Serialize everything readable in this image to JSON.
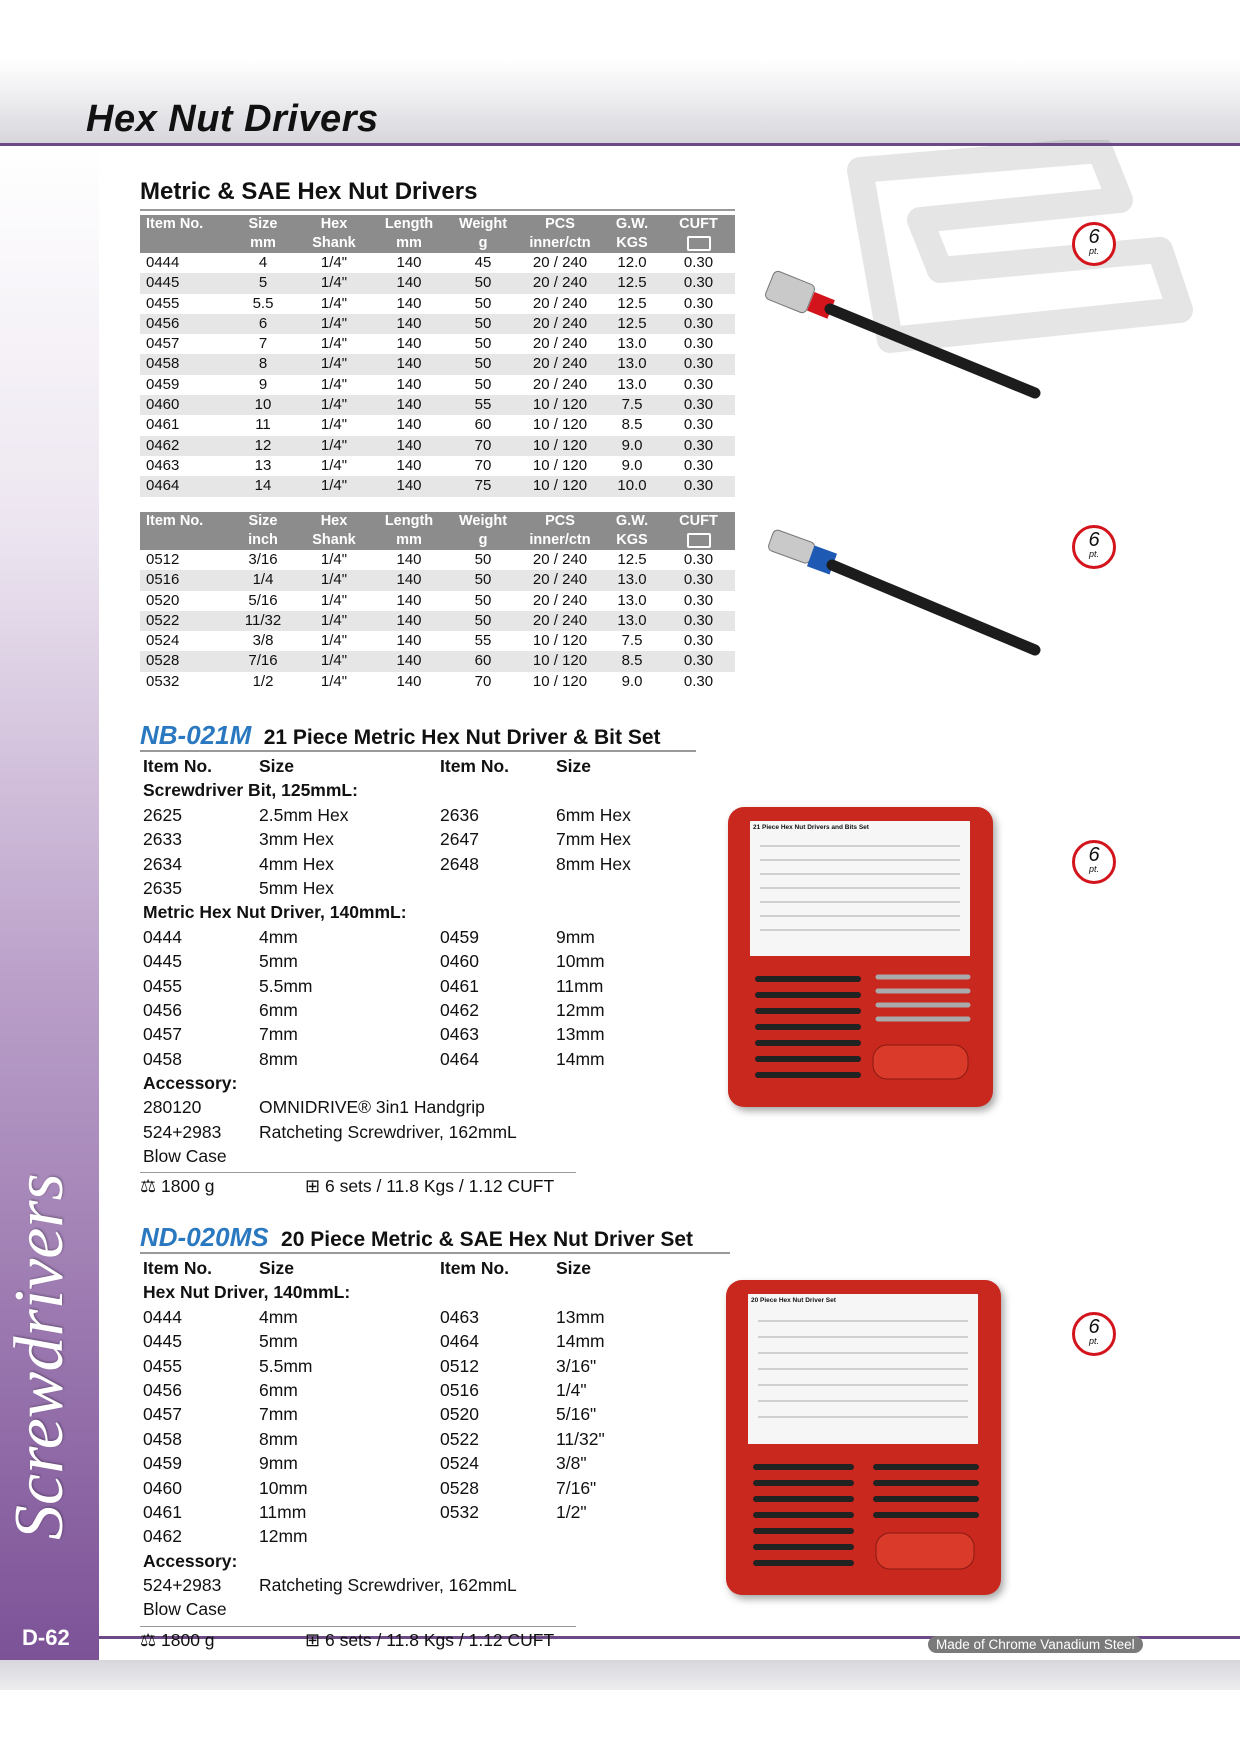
{
  "page": {
    "title": "Hex Nut Drivers",
    "side_label": "Screwdrivers",
    "page_code": "D-62",
    "footer_badge": "Made of Chrome Vanadium Steel"
  },
  "badges": {
    "number": "6",
    "unit": "pt."
  },
  "metric_sae": {
    "title": "Metric & SAE Hex Nut Drivers",
    "metric_table": {
      "headers": [
        [
          "Item No.",
          ""
        ],
        [
          "Size",
          "mm"
        ],
        [
          "Hex",
          "Shank"
        ],
        [
          "Length",
          "mm"
        ],
        [
          "Weight",
          "g"
        ],
        [
          "PCS",
          "inner/ctn"
        ],
        [
          "G.W.",
          "KGS"
        ],
        [
          "CUFT",
          ""
        ]
      ],
      "rows": [
        [
          "0444",
          "4",
          "1/4\"",
          "140",
          "45",
          "20 / 240",
          "12.0",
          "0.30"
        ],
        [
          "0445",
          "5",
          "1/4\"",
          "140",
          "50",
          "20 / 240",
          "12.5",
          "0.30"
        ],
        [
          "0455",
          "5.5",
          "1/4\"",
          "140",
          "50",
          "20 / 240",
          "12.5",
          "0.30"
        ],
        [
          "0456",
          "6",
          "1/4\"",
          "140",
          "50",
          "20 / 240",
          "12.5",
          "0.30"
        ],
        [
          "0457",
          "7",
          "1/4\"",
          "140",
          "50",
          "20 / 240",
          "13.0",
          "0.30"
        ],
        [
          "0458",
          "8",
          "1/4\"",
          "140",
          "50",
          "20 / 240",
          "13.0",
          "0.30"
        ],
        [
          "0459",
          "9",
          "1/4\"",
          "140",
          "50",
          "20 / 240",
          "13.0",
          "0.30"
        ],
        [
          "0460",
          "10",
          "1/4\"",
          "140",
          "55",
          "10 / 120",
          "7.5",
          "0.30"
        ],
        [
          "0461",
          "11",
          "1/4\"",
          "140",
          "60",
          "10 / 120",
          "8.5",
          "0.30"
        ],
        [
          "0462",
          "12",
          "1/4\"",
          "140",
          "70",
          "10 / 120",
          "9.0",
          "0.30"
        ],
        [
          "0463",
          "13",
          "1/4\"",
          "140",
          "70",
          "10 / 120",
          "9.0",
          "0.30"
        ],
        [
          "0464",
          "14",
          "1/4\"",
          "140",
          "75",
          "10 / 120",
          "10.0",
          "0.30"
        ]
      ]
    },
    "sae_table": {
      "headers": [
        [
          "Item No.",
          ""
        ],
        [
          "Size",
          "inch"
        ],
        [
          "Hex",
          "Shank"
        ],
        [
          "Length",
          "mm"
        ],
        [
          "Weight",
          "g"
        ],
        [
          "PCS",
          "inner/ctn"
        ],
        [
          "G.W.",
          "KGS"
        ],
        [
          "CUFT",
          ""
        ]
      ],
      "rows": [
        [
          "0512",
          "3/16",
          "1/4\"",
          "140",
          "50",
          "20 / 240",
          "12.5",
          "0.30"
        ],
        [
          "0516",
          "1/4",
          "1/4\"",
          "140",
          "50",
          "20 / 240",
          "13.0",
          "0.30"
        ],
        [
          "0520",
          "5/16",
          "1/4\"",
          "140",
          "50",
          "20 / 240",
          "13.0",
          "0.30"
        ],
        [
          "0522",
          "11/32",
          "1/4\"",
          "140",
          "50",
          "20 / 240",
          "13.0",
          "0.30"
        ],
        [
          "0524",
          "3/8",
          "1/4\"",
          "140",
          "55",
          "10 / 120",
          "7.5",
          "0.30"
        ],
        [
          "0528",
          "7/16",
          "1/4\"",
          "140",
          "60",
          "10 / 120",
          "8.5",
          "0.30"
        ],
        [
          "0532",
          "1/2",
          "1/4\"",
          "140",
          "70",
          "10 / 120",
          "9.0",
          "0.30"
        ]
      ]
    }
  },
  "set1": {
    "model": "NB-021M",
    "name": "21 Piece Metric Hex Nut Driver & Bit Set",
    "col_item": "Item No.",
    "col_size": "Size",
    "lines": [
      {
        "type": "header",
        "a": "Item No.",
        "b": "Size",
        "c": "Item No.",
        "d": "Size"
      },
      {
        "type": "group",
        "a": "Screwdriver Bit, 125mmL:"
      },
      {
        "type": "row",
        "a": "2625",
        "b": "2.5mm Hex",
        "c": "2636",
        "d": "6mm Hex"
      },
      {
        "type": "row",
        "a": "2633",
        "b": "3mm Hex",
        "c": "2647",
        "d": "7mm Hex"
      },
      {
        "type": "row",
        "a": "2634",
        "b": "4mm Hex",
        "c": "2648",
        "d": "8mm Hex"
      },
      {
        "type": "row",
        "a": "2635",
        "b": "5mm Hex",
        "c": "",
        "d": ""
      },
      {
        "type": "group",
        "a": "Metric Hex Nut Driver, 140mmL:"
      },
      {
        "type": "row",
        "a": "0444",
        "b": "4mm",
        "c": "0459",
        "d": "9mm"
      },
      {
        "type": "row",
        "a": "0445",
        "b": "5mm",
        "c": "0460",
        "d": "10mm"
      },
      {
        "type": "row",
        "a": "0455",
        "b": "5.5mm",
        "c": "0461",
        "d": "11mm"
      },
      {
        "type": "row",
        "a": "0456",
        "b": "6mm",
        "c": "0462",
        "d": "12mm"
      },
      {
        "type": "row",
        "a": "0457",
        "b": "7mm",
        "c": "0463",
        "d": "13mm"
      },
      {
        "type": "row",
        "a": "0458",
        "b": "8mm",
        "c": "0464",
        "d": "14mm"
      },
      {
        "type": "group",
        "a": "Accessory:"
      },
      {
        "type": "row",
        "a": "280120",
        "b": "OMNIDRIVE® 3in1 Handgrip",
        "c": "",
        "d": ""
      },
      {
        "type": "row",
        "a": "524+2983",
        "b": "Ratcheting Screwdriver, 162mmL",
        "c": "",
        "d": ""
      },
      {
        "type": "row",
        "a": "Blow Case",
        "b": "",
        "c": "",
        "d": ""
      }
    ],
    "weight": "1800 g",
    "packing": "6 sets / 11.8 Kgs / 1.12 CUFT"
  },
  "set2": {
    "model": "ND-020MS",
    "name": "20 Piece Metric & SAE Hex Nut Driver Set",
    "lines": [
      {
        "type": "header",
        "a": "Item No.",
        "b": "Size",
        "c": "Item No.",
        "d": "Size"
      },
      {
        "type": "group",
        "a": "Hex Nut Driver, 140mmL:"
      },
      {
        "type": "row",
        "a": "0444",
        "b": "4mm",
        "c": "0463",
        "d": "13mm"
      },
      {
        "type": "row",
        "a": "0445",
        "b": "5mm",
        "c": "0464",
        "d": "14mm"
      },
      {
        "type": "row",
        "a": "0455",
        "b": "5.5mm",
        "c": "0512",
        "d": "3/16\""
      },
      {
        "type": "row",
        "a": "0456",
        "b": "6mm",
        "c": "0516",
        "d": "1/4\""
      },
      {
        "type": "row",
        "a": "0457",
        "b": "7mm",
        "c": "0520",
        "d": "5/16\""
      },
      {
        "type": "row",
        "a": "0458",
        "b": "8mm",
        "c": "0522",
        "d": "11/32\""
      },
      {
        "type": "row",
        "a": "0459",
        "b": "9mm",
        "c": "0524",
        "d": "3/8\""
      },
      {
        "type": "row",
        "a": "0460",
        "b": "10mm",
        "c": "0528",
        "d": "7/16\""
      },
      {
        "type": "row",
        "a": "0461",
        "b": "11mm",
        "c": "0532",
        "d": "1/2\""
      },
      {
        "type": "row",
        "a": "0462",
        "b": "12mm",
        "c": "",
        "d": ""
      },
      {
        "type": "group",
        "a": "Accessory:"
      },
      {
        "type": "row",
        "a": "524+2983",
        "b": "Ratcheting Screwdriver, 162mmL",
        "c": "",
        "d": ""
      },
      {
        "type": "row",
        "a": "Blow Case",
        "b": "",
        "c": "",
        "d": ""
      }
    ],
    "weight": "1800 g",
    "packing": "6 sets / 11.8 Kgs / 1.12 CUFT"
  },
  "case_labels": {
    "case1_header": "21 Piece Hex Nut Drivers and Bits Set",
    "case2_header": "20 Piece Hex Nut Driver Set"
  }
}
